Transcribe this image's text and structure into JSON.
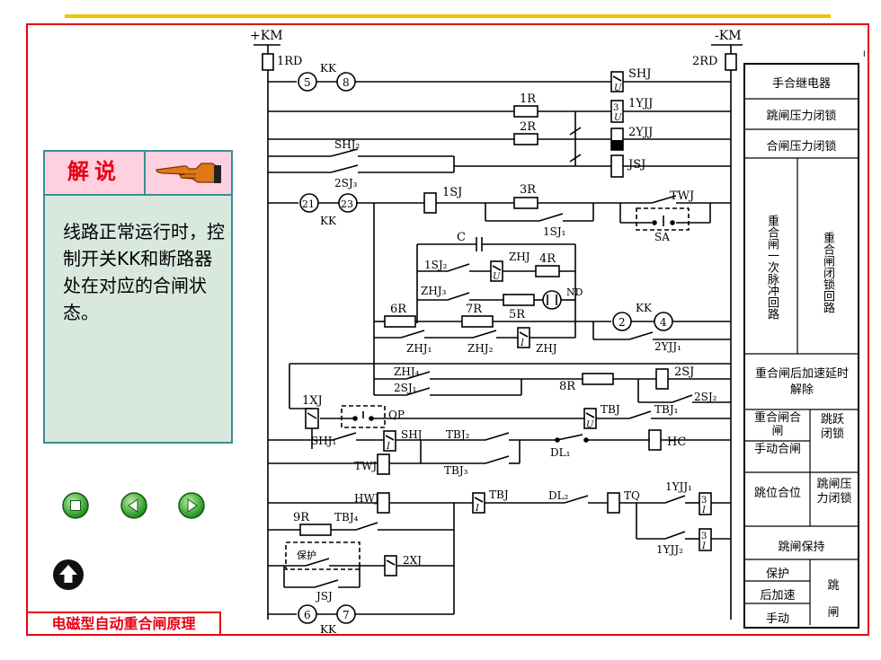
{
  "slide_title": "电磁型自动重合闸原理",
  "explain": {
    "title": "解说",
    "text": "线路正常运行时，控制开关KK和断路器处在对应的合闸状态。"
  },
  "nav": {
    "stop": "stop-icon",
    "prev": "previous-arrow-icon",
    "next": "next-arrow-icon",
    "home": "up-arrow-icon"
  },
  "corner_mark": "I",
  "legend": {
    "manual_close_relay": "手合继电器",
    "trip_pressure_lock": "跳闸压力闭锁",
    "close_pressure_lock": "合闸压力闭锁",
    "reclose_one_pulse": "重合闸一次脉冲回路",
    "reclose_lock": "重合闸闭锁回路",
    "post_accel": "重合闸后加速延时解除",
    "close_by_reclose": "重合闸合闸",
    "close_by_manual": "手动合闸",
    "anti_pump_lock": "跳跃闭锁",
    "position_trip": "跳位合位",
    "trip_pressure_lock2": "跳闸压力闭锁",
    "trip_hold": "跳闸保持",
    "protection": "保护",
    "post_accel2": "后加速",
    "manual": "手动",
    "trip": "跳闸"
  },
  "circuit": {
    "bus_pos": "+KM",
    "bus_neg": "-KM",
    "fuse1": "1RD",
    "fuse2": "2RD",
    "kk": "KK",
    "c5": "5",
    "c8": "8",
    "c21": "21",
    "c23": "23",
    "c2": "2",
    "c4": "4",
    "c6": "6",
    "c7": "7",
    "SHJ": "SHJ",
    "1YJJ": "1YJJ",
    "2YJJ": "2YJJ",
    "JSJ": "JSJ",
    "1R": "1R",
    "2R": "2R",
    "3R": "3R",
    "4R": "4R",
    "5R": "5R",
    "6R": "6R",
    "7R": "7R",
    "8R": "8R",
    "9R": "9R",
    "SHJ2": "SHJ₂",
    "2SJ3": "2SJ₃",
    "1SJ": "1SJ",
    "1SJ1": "1SJ₁",
    "1SJ2": "1SJ₂",
    "TWJ": "TWJ",
    "SA": "SA",
    "C": "C",
    "ZHJ": "ZHJ",
    "ZHJ1": "ZHJ₁",
    "ZHJ2": "ZHJ₂",
    "ZHJ3": "ZHJ₃",
    "ZHJ4": "ZHJ₄",
    "ND": "ND",
    "2YJJ1": "2YJJ₁",
    "2SJ": "2SJ",
    "2SJ1": "2SJ₁",
    "2SJ2": "2SJ₂",
    "1XJ": "1XJ",
    "QP": "QP",
    "TBJ": "TBJ",
    "TBJ1": "TBJ₁",
    "TBJ2": "TBJ₂",
    "TBJ3": "TBJ₃",
    "TBJ4": "TBJ₄",
    "SHJ1": "SHJ₁",
    "DL1": "DL₁",
    "DL2": "DL₂",
    "HC": "HC",
    "TQ": "TQ",
    "HWJ": "HWJ",
    "1YJJ1": "1YJJ₁",
    "1YJJ2": "1YJJ₂",
    "2XJ": "2XJ",
    "protect": "保护",
    "JSJ_b": "JSJ",
    "U": "U",
    "I": "I",
    "n3": "3"
  }
}
